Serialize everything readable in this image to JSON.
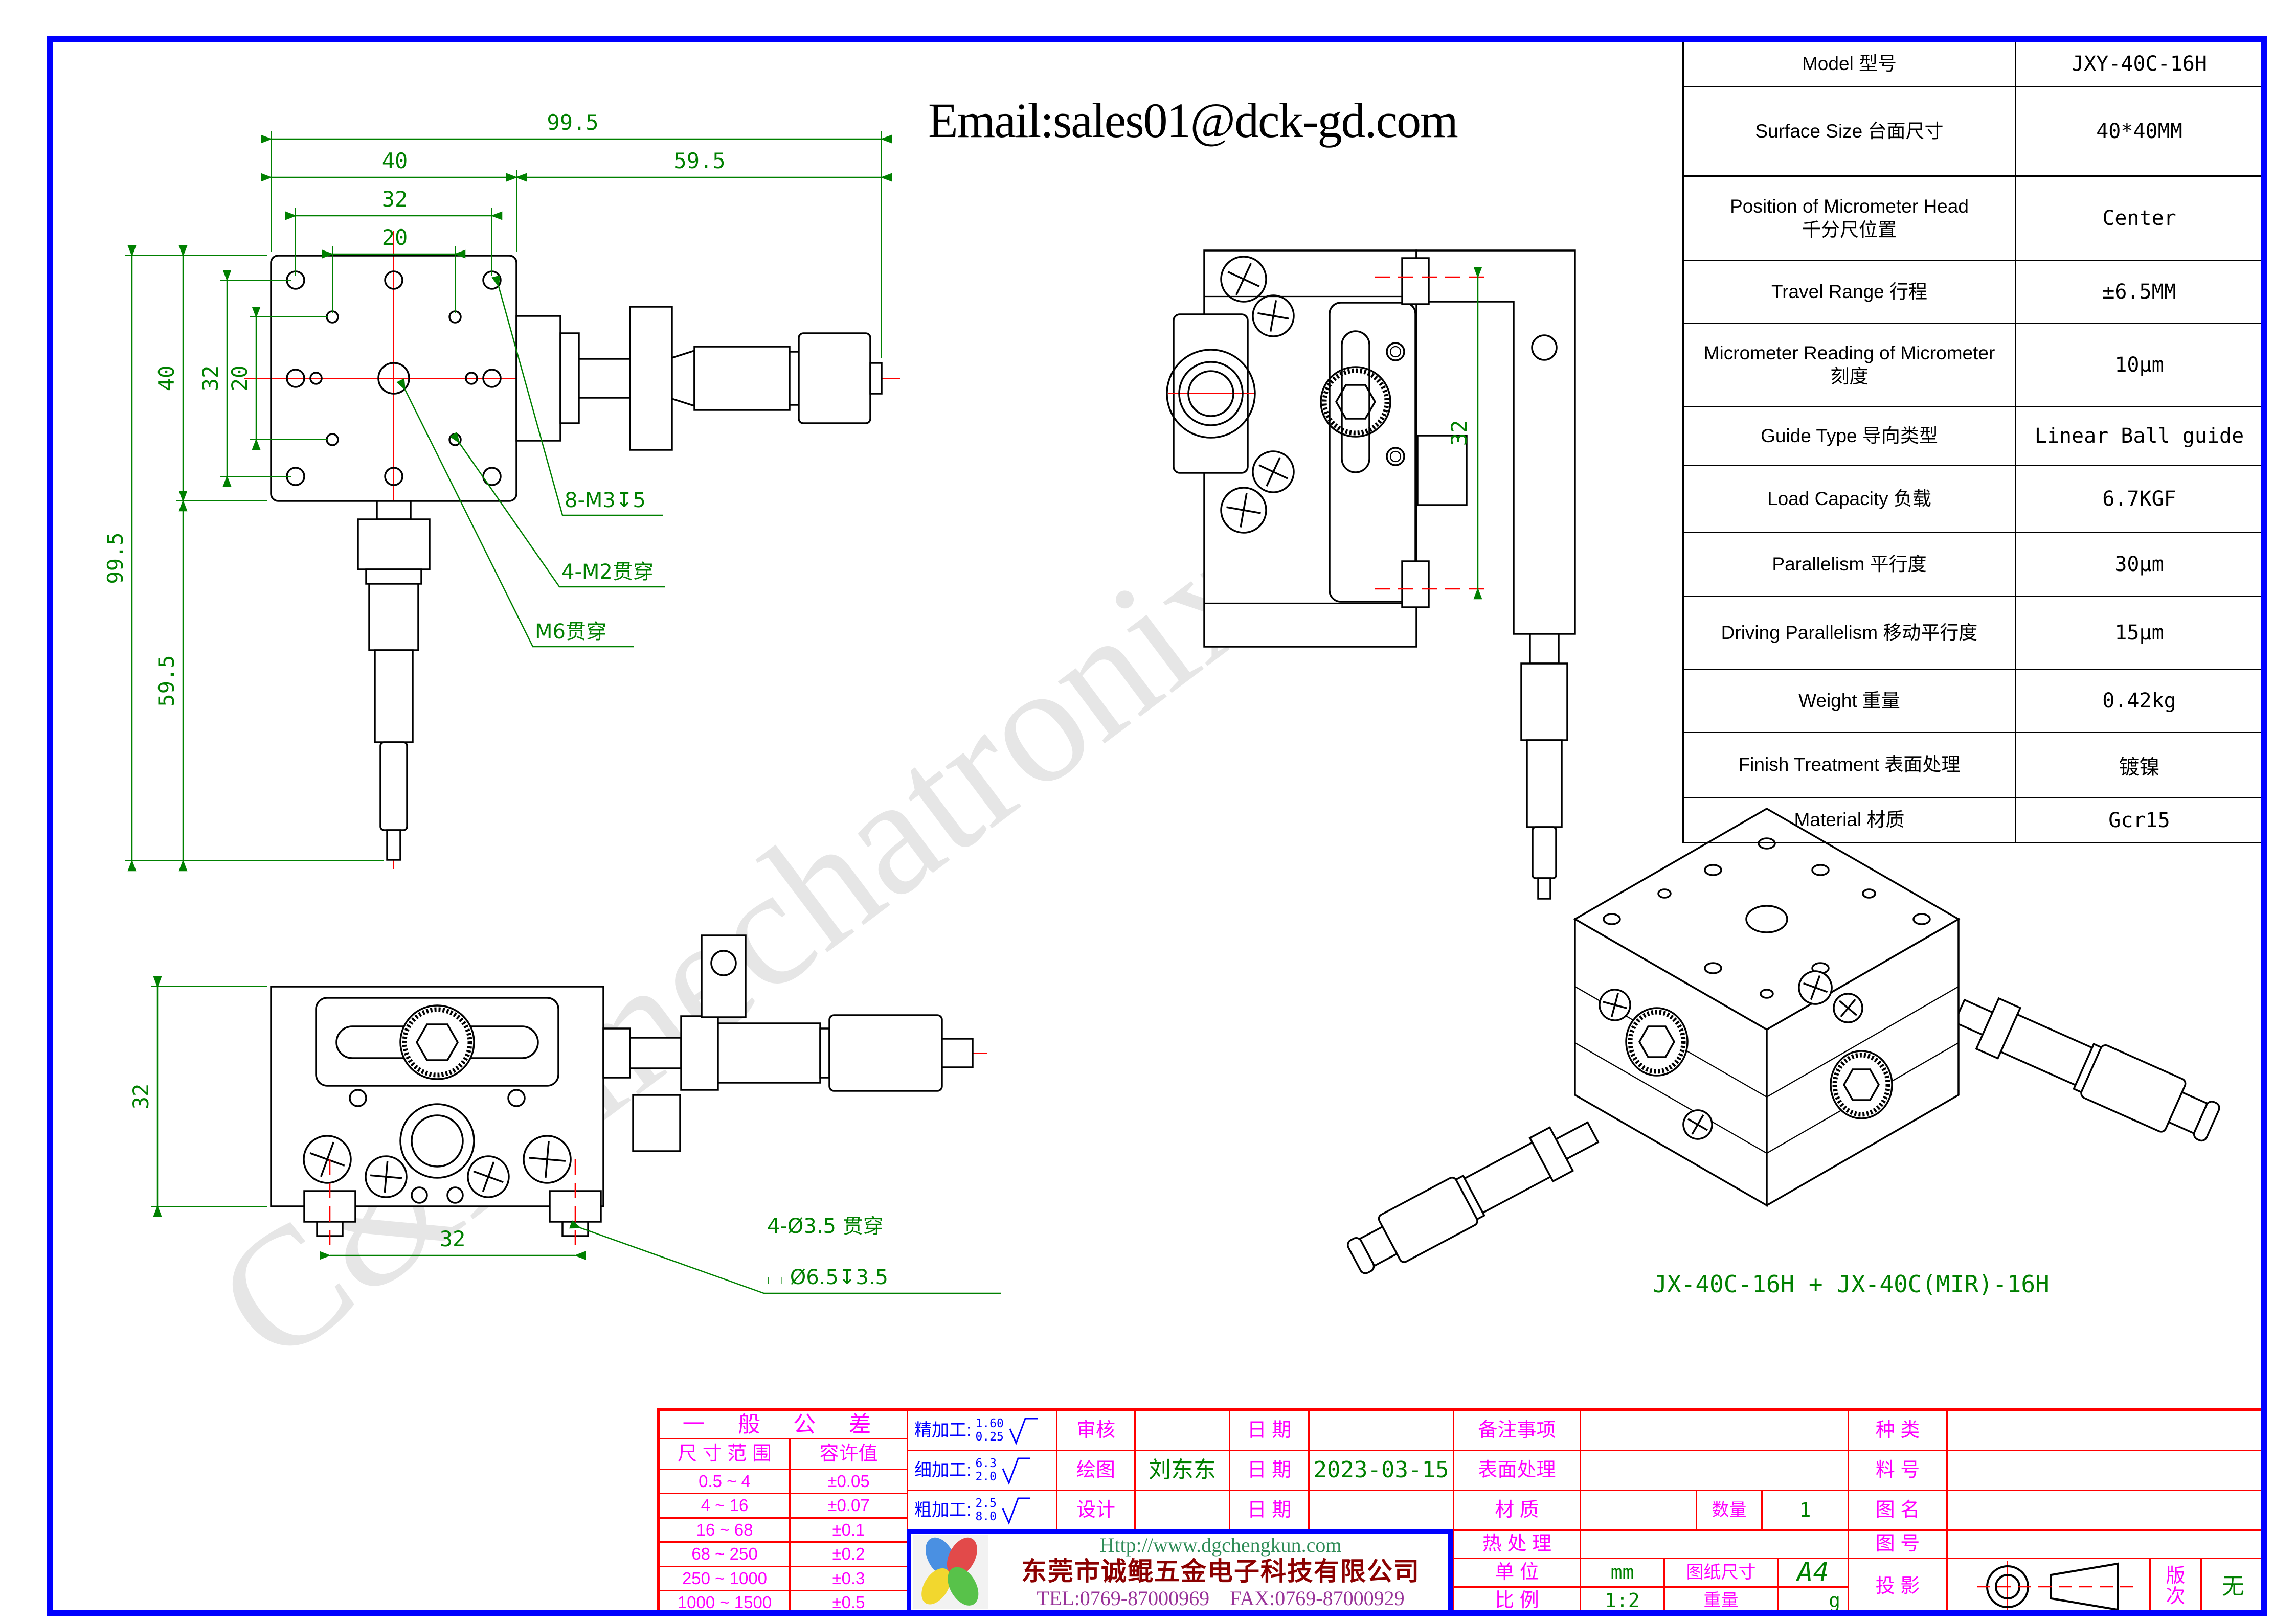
{
  "header": {
    "email": "Email:sales01@dck-gd.com"
  },
  "watermark": "C&K mechatronix",
  "spec_table": {
    "rows": [
      {
        "label": "Model 型号",
        "value": "JXY-40C-16H"
      },
      {
        "label": "Surface Size 台面尺寸",
        "value": "40*40MM"
      },
      {
        "label": "Position of Micrometer Head\n千分尺位置",
        "value": "Center"
      },
      {
        "label": "Travel Range 行程",
        "value": "±6.5MM"
      },
      {
        "label": "Micrometer Reading of Micrometer\n刻度",
        "value": "10μm"
      },
      {
        "label": "Guide Type 导向类型",
        "value": "Linear Ball guide"
      },
      {
        "label": "Load Capacity 负载",
        "value": "6.7KGF"
      },
      {
        "label": "Parallelism 平行度",
        "value": "30μm"
      },
      {
        "label": "Driving Parallelism 移动平行度",
        "value": "15μm"
      },
      {
        "label": "Weight 重量",
        "value": "0.42kg"
      },
      {
        "label": "Finish Treatment 表面处理",
        "value": "镀镍"
      },
      {
        "label": "Material 材质",
        "value": "Gcr15"
      }
    ]
  },
  "views": {
    "front": {
      "dim_total_w": "99.5",
      "dim_40_w": "40",
      "dim_59_w": "59.5",
      "dim_32_w": "32",
      "dim_20_w": "20",
      "dim_total_h": "99.5",
      "dim_40_h": "40",
      "dim_59_h": "59.5",
      "dim_32_h": "32",
      "dim_20_h": "20",
      "callout_m3": "8-M3↧5",
      "callout_m2": "4-M2贯穿",
      "callout_m6": "M6贯穿"
    },
    "side": {
      "dim_32": "32"
    },
    "bottom": {
      "dim_32_h": "32",
      "dim_32_w": "32",
      "callout_drill": "4-Ø3.5 贯穿",
      "callout_cbore": "⌴ Ø6.5↧3.5"
    },
    "iso": {
      "label": "JX-40C-16H  +  JX-40C(MIR)-16H"
    }
  },
  "title_block": {
    "tolerance": {
      "title": "一 般 公 差",
      "header_range": "尺 寸 范 围",
      "header_value": "容许值",
      "rows": [
        {
          "range": "0.5 ~ 4",
          "value": "±0.05"
        },
        {
          "range": "4 ~ 16",
          "value": "±0.07"
        },
        {
          "range": "16 ~ 68",
          "value": "±0.1"
        },
        {
          "range": "68 ~ 250",
          "value": "±0.2"
        },
        {
          "range": "250 ~ 1000",
          "value": "±0.3"
        },
        {
          "range": "1000 ~ 1500",
          "value": "±0.5"
        }
      ]
    },
    "machining": [
      {
        "label": "精加工:",
        "upper": "1.60",
        "lower": "0.25"
      },
      {
        "label": "细加工:",
        "upper": "6.3",
        "lower": "2.0"
      },
      {
        "label": "粗加工:",
        "upper": "2.5",
        "lower": "8.0"
      }
    ],
    "audit_label": "审核",
    "draft_label": "绘图",
    "draft_name": "刘东东",
    "design_label": "设计",
    "date_label": "日 期",
    "draft_date": "2023-03-15",
    "remark_label": "备注事项",
    "surface_label": "表面处理",
    "material_label": "材 质",
    "heat_label": "热 处 理",
    "unit_label": "单 位",
    "unit_value": "mm",
    "scale_label": "比 例",
    "scale_value": "1:2",
    "qty_label": "数量",
    "qty_value": "1",
    "sheet_label": "图纸尺寸",
    "sheet_value": "A4",
    "weight_label": "重量",
    "weight_unit": "g",
    "kind_label": "种 类",
    "pn_label": "料 号",
    "dwgname_label": "图 名",
    "dwgno_label": "图 号",
    "proj_label": "投 影",
    "rev_label": "版\n次",
    "rev_value": "无"
  },
  "company": {
    "url": "Http://www.dgchengkun.com",
    "name": "东莞市诚鲲五金电子科技有限公司",
    "tel": "TEL:0769-87000969",
    "fax": "FAX:0769-87000929"
  }
}
